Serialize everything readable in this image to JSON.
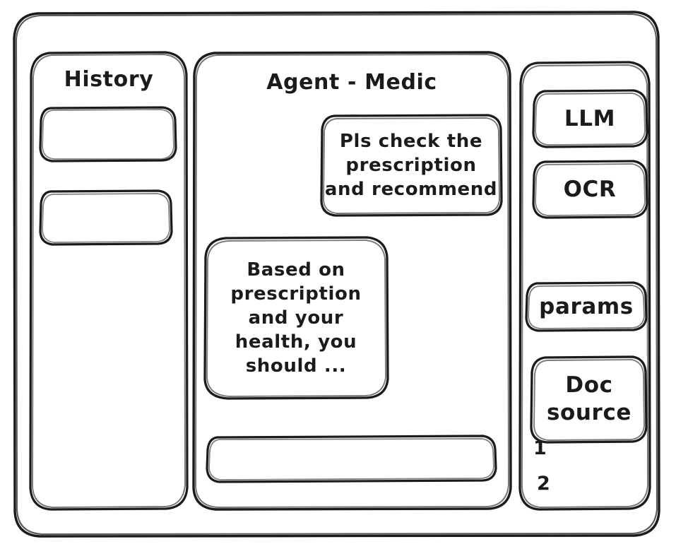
{
  "window": {
    "name": "app-window-frame"
  },
  "sidebar_left": {
    "title": "History",
    "items": [
      {
        "label": ""
      },
      {
        "label": ""
      }
    ]
  },
  "main": {
    "title": "Agent - Medic",
    "messages": [
      {
        "role": "user",
        "lines": [
          "Pls check the",
          "prescription",
          "and recommend"
        ]
      },
      {
        "role": "assistant",
        "lines": [
          "Based on",
          "prescription",
          "and your",
          "health, you",
          "should ..."
        ]
      }
    ],
    "composer": {
      "value": "",
      "placeholder": ""
    }
  },
  "sidebar_right": {
    "buttons": [
      {
        "name": "llm",
        "lines": [
          "LLM"
        ]
      },
      {
        "name": "ocr",
        "lines": [
          "OCR"
        ]
      },
      {
        "name": "params",
        "lines": [
          "params"
        ]
      },
      {
        "name": "doc-source",
        "lines": [
          "Doc",
          "source"
        ]
      }
    ],
    "doc_sources": [
      "1",
      "2"
    ]
  },
  "colors": {
    "ink": "#1b1b1b",
    "paper": "#ffffff"
  }
}
